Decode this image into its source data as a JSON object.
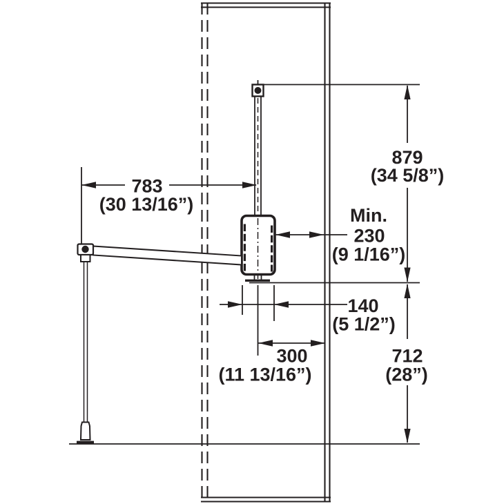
{
  "colors": {
    "line": "#231f20",
    "background": "#ffffff"
  },
  "dimensions": {
    "open_width": {
      "mm": "783",
      "inch": "(30 13/16”)"
    },
    "upper_height": {
      "mm": "879",
      "inch": "(34 5/8”)"
    },
    "min_depth": {
      "label": "Min.",
      "mm": "230",
      "inch": "(9 1/16”)"
    },
    "housing_width": {
      "mm": "140",
      "inch": "(5 1/2”)"
    },
    "rod_to_front": {
      "mm": "300",
      "inch": "(11 13/16”)"
    },
    "lower_height": {
      "mm": "712",
      "inch": "(28”)"
    }
  }
}
